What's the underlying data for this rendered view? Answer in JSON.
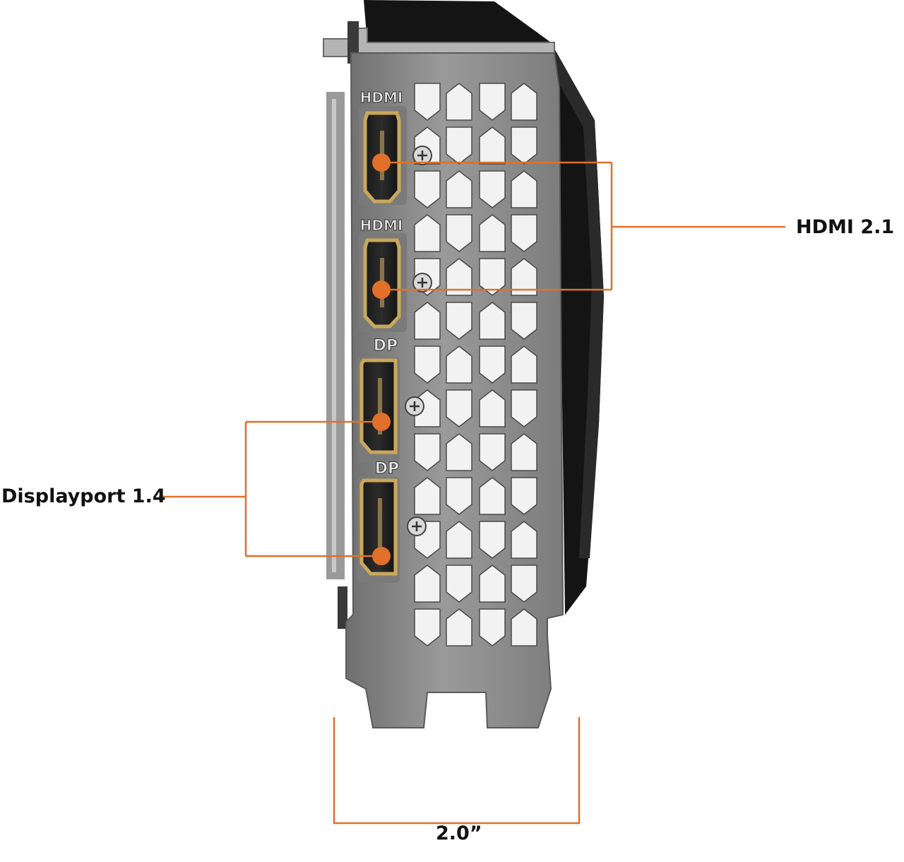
{
  "bracket": {
    "port_marks": [
      "HDMI",
      "HDMI",
      "DP",
      "DP"
    ]
  },
  "callouts": {
    "hdmi": "HDMI 2.1",
    "displayport": "Displayport 1.4",
    "width": "2.0”"
  },
  "colors": {
    "accent": "#e0702a",
    "bracket_metal": "#8e8e8e",
    "shroud": "#141414"
  }
}
